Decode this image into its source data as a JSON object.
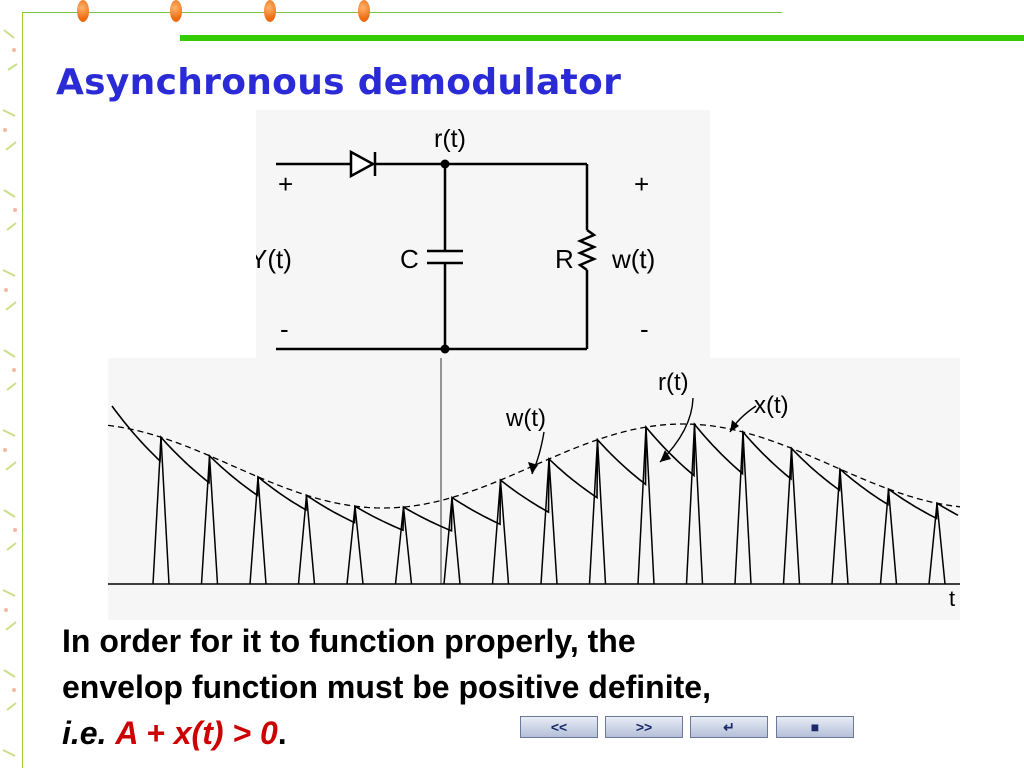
{
  "slide": {
    "title": "Asynchronous demodulator",
    "body_line1": "In order for it to function properly, the",
    "body_line2": "envelop function must be positive definite,",
    "body_ie": "i.e.",
    "body_formula": "A + x(t) > 0",
    "body_period": "."
  },
  "circuit": {
    "node_label": "r(t)",
    "input_label": "Y(t)",
    "capacitor_label": "C",
    "resistor_label": "R",
    "output_label": "w(t)",
    "plus": "+",
    "minus": "-"
  },
  "waveform": {
    "label_w": "w(t)",
    "label_r": "r(t)",
    "label_x": "x(t)",
    "axis_label": "t"
  },
  "nav": {
    "prev_glyph": "<<",
    "next_glyph": ">>",
    "return_glyph": "↵",
    "stop_glyph": "■"
  },
  "colors": {
    "title": "#2a2bd6",
    "formula": "#cc0000",
    "accent_rule": "#33cc00",
    "dots": "#ec6b0e"
  }
}
